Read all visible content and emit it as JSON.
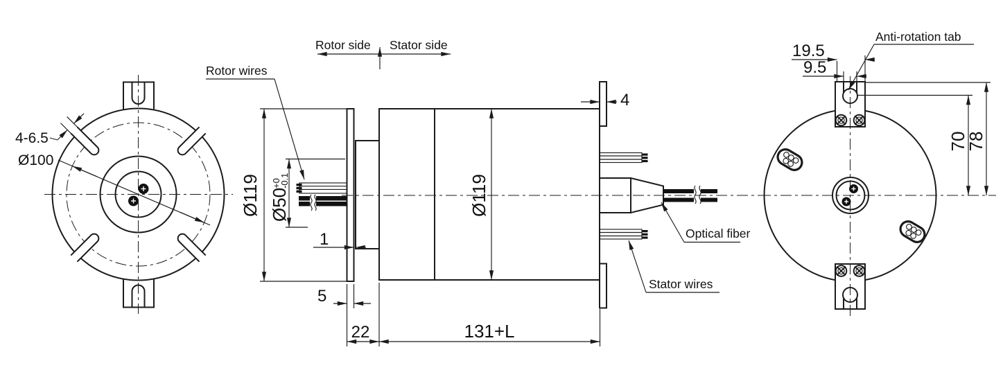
{
  "left_view": {
    "slot_dim": "4-6.5",
    "bolt_circle_dia": "Ø100"
  },
  "side_view": {
    "rotor_side": "Rotor side",
    "stator_side": "Stator side",
    "rotor_wires": "Rotor wires",
    "outer_dia": "Ø119",
    "body_dia": "Ø119",
    "bore_dia": "Ø50",
    "bore_tol_upper": "+0",
    "bore_tol_lower": "-0.1",
    "gap_dim": "1",
    "flange_plate_dim": "5",
    "rotor_len_dim": "22",
    "body_len_dim": "131+L",
    "stator_flange_dim": "4",
    "optical_fiber": "Optical fiber",
    "stator_wires": "Stator wires"
  },
  "right_view": {
    "anti_rotation_tab": "Anti-rotation tab",
    "tab_width_dim": "19.5",
    "slot_width_dim": "9.5",
    "slot_center_dim": "70",
    "tab_top_dim": "78"
  }
}
